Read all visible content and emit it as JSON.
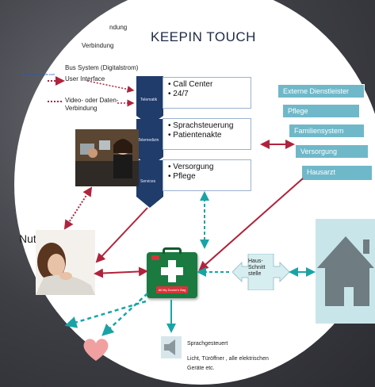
{
  "title": "KEEPIN TOUCH",
  "left_labels": {
    "line1": "ndung",
    "line2": "Verbindung",
    "bus": "Bus System  (Digitalstrom)",
    "ui": "User Interface",
    "video": "Video- oder Daten-",
    "video2": "Verbindung"
  },
  "url_text": "http://www.example.com",
  "chevrons": {
    "c1": "Telematik",
    "c2": "Telemedizin",
    "c3": "Services"
  },
  "box1": {
    "l1": "• Call Center",
    "l2": "• 24/7"
  },
  "box2": {
    "l1": "• Sprachsteuerung",
    "l2": "• Patientenakte"
  },
  "box3": {
    "l1": "• Versorgung",
    "l2": "• Pflege"
  },
  "services": [
    "Externe Dienstleister",
    "Pflege",
    "Familiensystem",
    "Versorgung",
    "Hausarzt"
  ],
  "nutzer": "Nutzer",
  "kit_label": "All My Doctor's Bag",
  "haus": "Haus-\nSchnitt\nstelle",
  "speaker_title": "Sprachgesteuert",
  "speaker_text1": "Licht, Türöffner , alle elektrischen",
  "speaker_text2": "Geräte etc.",
  "colors": {
    "navy": "#1f3c6b",
    "teal": "#6fb8c9",
    "crimson": "#b0233c",
    "arrow_teal": "#1aa3a6",
    "kit_green": "#1a7a40"
  }
}
